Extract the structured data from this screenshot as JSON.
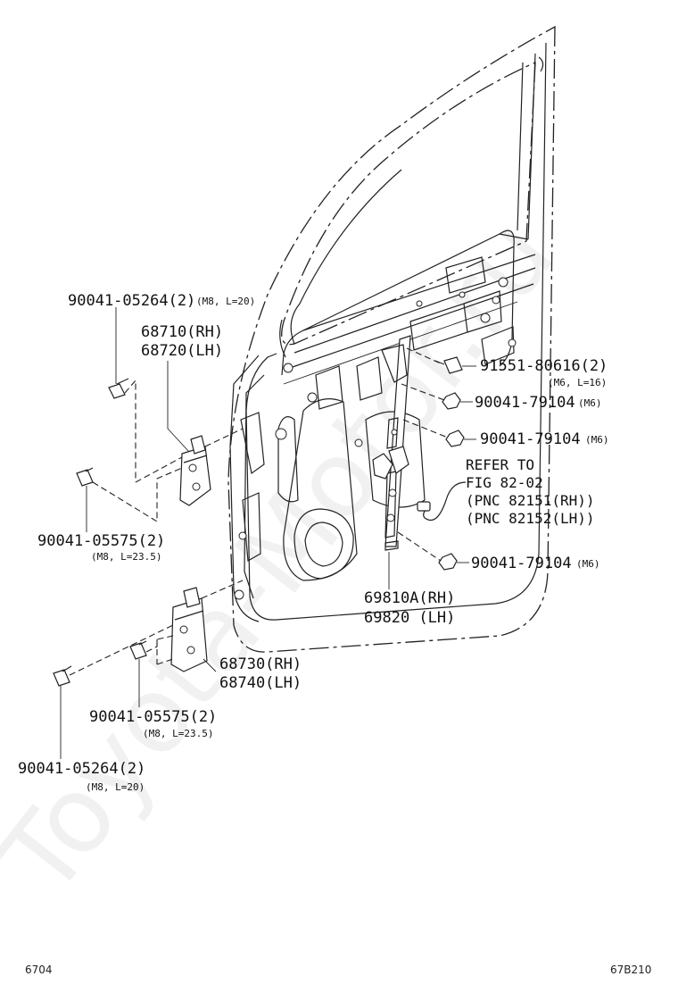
{
  "watermark": "Toyota-Motor.ru",
  "footer": {
    "left": "6704",
    "right": "67B210"
  },
  "labels": {
    "bolt_top_left": {
      "part": "90041-05264(2)",
      "spec": "(M8, L=20)"
    },
    "hinge_upper": {
      "rh": "68710(RH)",
      "lh": "68720(LH)"
    },
    "bolt_mid_left": {
      "part": "90041-05575(2)",
      "spec": "(M8, L=23.5)"
    },
    "hinge_lower": {
      "rh": "68730(RH)",
      "lh": "68740(LH)"
    },
    "bolt_lower_mid": {
      "part": "90041-05575(2)",
      "spec": "(M8, L=23.5)"
    },
    "bolt_bottom_left": {
      "part": "90041-05264(2)",
      "spec": "(M8, L=20)"
    },
    "bolt_right_top": {
      "part": "91551-80616(2)",
      "spec": "(M6, L=16)"
    },
    "nut_right_1": {
      "part": "90041-79104",
      "spec": "(M6)"
    },
    "nut_right_2": {
      "part": "90041-79104",
      "spec": "(M6)"
    },
    "nut_right_3": {
      "part": "90041-79104",
      "spec": "(M6)"
    },
    "refer": {
      "line1": "REFER TO",
      "line2": "FIG 82-02",
      "line3": "(PNC 82151(RH))",
      "line4": "(PNC 82152(LH))"
    },
    "regulator": {
      "rh": "69810A(RH)",
      "lh": "69820 (LH)"
    }
  }
}
